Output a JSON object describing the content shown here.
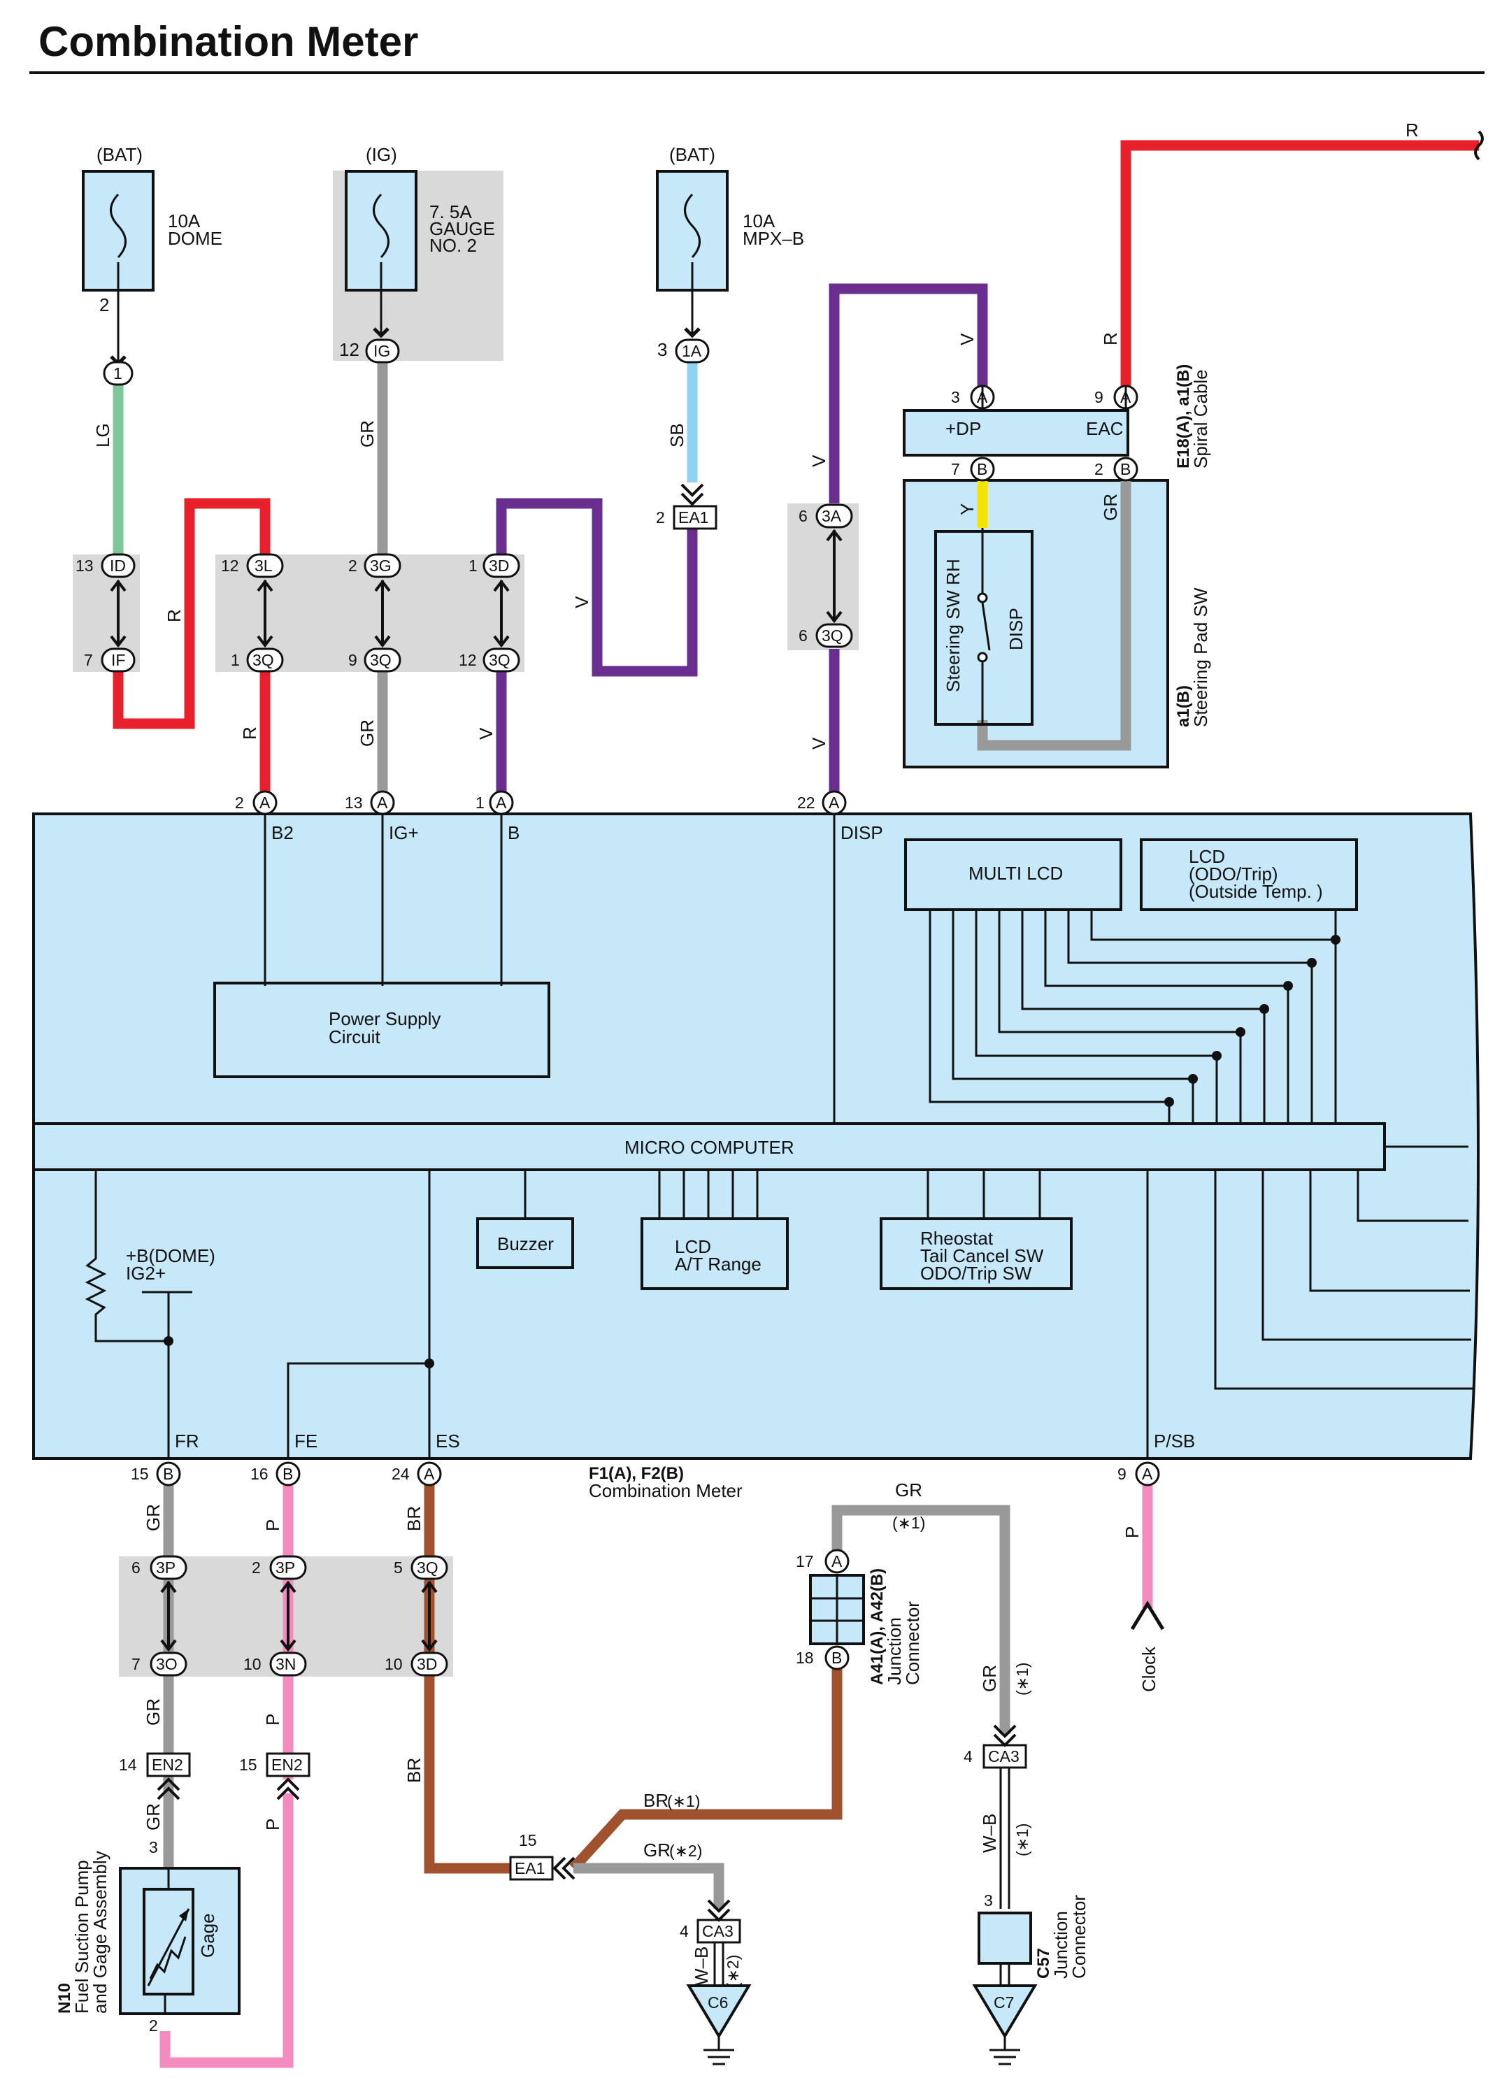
{
  "title": "Combination Meter",
  "colors": {
    "R": "#e8202c",
    "LG": "#7fc69a",
    "GR": "#999999",
    "V": "#6a2f8e",
    "SB": "#8fd3f0",
    "Y": "#f5e400",
    "P": "#f38bbf",
    "BR": "#a0512e",
    "panel": "#c6e8f9",
    "splice": "#d9d9d9"
  },
  "fuses": [
    {
      "supply": "(BAT)",
      "rating": "10A",
      "name": "DOME",
      "name2": "",
      "pin": "2"
    },
    {
      "supply": "(IG)",
      "rating": "7. 5A",
      "name": "GAUGE",
      "name2": "NO. 2",
      "pin": "12",
      "conn": "IG"
    },
    {
      "supply": "(BAT)",
      "rating": "10A",
      "name": "MPX–B",
      "name2": "",
      "pin": "3",
      "conn": "1A"
    }
  ],
  "junctions": {
    "j1": {
      "pin": "1"
    },
    "id": {
      "pin": "13",
      "label": "ID"
    },
    "if": {
      "pin": "7",
      "label": "IF"
    },
    "3l": {
      "pin": "12",
      "label": "3L"
    },
    "3q_a": {
      "pin": "1",
      "label": "3Q"
    },
    "3g": {
      "pin": "2",
      "label": "3G"
    },
    "3q_b": {
      "pin": "9",
      "label": "3Q"
    },
    "3d_top": {
      "pin": "1",
      "label": "3D"
    },
    "3q_c": {
      "pin": "12",
      "label": "3Q"
    },
    "3a": {
      "pin": "6",
      "label": "3A"
    },
    "3q_d": {
      "pin": "6",
      "label": "3Q"
    },
    "3p_a": {
      "pin": "6",
      "label": "3P"
    },
    "3o": {
      "pin": "7",
      "label": "3O"
    },
    "3p_b": {
      "pin": "2",
      "label": "3P"
    },
    "3n": {
      "pin": "10",
      "label": "3N"
    },
    "3q_e": {
      "pin": "5",
      "label": "3Q"
    },
    "3d_bot": {
      "pin": "10",
      "label": "3D"
    }
  },
  "connectors": {
    "ea1_top": {
      "pin": "2",
      "label": "EA1"
    },
    "ea1_bot": {
      "pin": "15",
      "label": "EA1"
    },
    "en2_a": {
      "pin": "14",
      "label": "EN2"
    },
    "en2_b": {
      "pin": "15",
      "label": "EN2"
    },
    "ca3_a": {
      "pin": "4",
      "label": "CA3"
    },
    "ca3_b": {
      "pin": "4",
      "label": "CA3"
    }
  },
  "wire_colors": {
    "lg": "LG",
    "r1": "R",
    "r2": "R",
    "gr1": "GR",
    "gr2": "GR",
    "v1": "V",
    "v2": "V",
    "sb": "SB",
    "v3": "V",
    "v4": "V",
    "v5": "V",
    "r_top": "R",
    "r_top2": "R",
    "gr_pad": "GR",
    "y": "Y",
    "gr_fr": "GR",
    "gr_fr2": "GR",
    "gr_fr3": "GR",
    "p_fe": "P",
    "p_fe2": "P",
    "p_fe3": "P",
    "br_es": "BR",
    "br_es2": "BR",
    "gr_top": "GR",
    "gr_ca3": "GR",
    "wb_1": "W–B",
    "wb_2": "W–B",
    "p_sb": "P",
    "br_star": "BR",
    "gr_star": "GR"
  },
  "notes": {
    "star1": "(∗1)",
    "star2": "(∗2)"
  },
  "spiral": {
    "id": "E18(A), a1(B)",
    "name": "Spiral Cable",
    "pins": {
      "dp_pin": "3",
      "dp_conn": "A",
      "eac_pin": "9",
      "eac_conn": "A",
      "p7": "7",
      "p7c": "B",
      "p2": "2",
      "p2c": "B"
    },
    "dp": "+DP",
    "eac": "EAC"
  },
  "steering": {
    "id": "a1(B)",
    "name": "Steering Pad SW",
    "inner": "Steering SW RH",
    "switch": "DISP"
  },
  "meter_top": [
    {
      "pin": "2",
      "conn": "A",
      "term": "B2"
    },
    {
      "pin": "13",
      "conn": "A",
      "term": "IG+"
    },
    {
      "pin": "1",
      "conn": "A",
      "term": "B"
    },
    {
      "pin": "22",
      "conn": "A",
      "term": "DISP"
    }
  ],
  "meter_bottom": [
    {
      "pin": "15",
      "conn": "B",
      "term": "FR"
    },
    {
      "pin": "16",
      "conn": "B",
      "term": "FE"
    },
    {
      "pin": "24",
      "conn": "A",
      "term": "ES"
    },
    {
      "pin": "9",
      "conn": "A",
      "term": "P/SB"
    }
  ],
  "meter": {
    "id": "F1(A), F2(B)",
    "name": "Combination Meter",
    "power_supply": [
      "Power Supply",
      "Circuit"
    ],
    "multi_lcd": "MULTI LCD",
    "lcd_odo": [
      "LCD",
      "(ODO/Trip)",
      "(Outside Temp. )"
    ],
    "micro": "MICRO COMPUTER",
    "buzzer": "Buzzer",
    "lcd_at": [
      "LCD",
      "A/T Range"
    ],
    "rheostat": [
      "Rheostat",
      "Tail Cancel SW",
      "ODO/Trip SW"
    ],
    "dome": [
      "+B(DOME)",
      "IG2+"
    ]
  },
  "junction_conn": {
    "id": "A41(A), A42(B)",
    "name": [
      "Junction",
      "Connector"
    ],
    "top_pin": "17",
    "top_conn": "A",
    "bot_pin": "18",
    "bot_conn": "B"
  },
  "c57": {
    "id": "C57",
    "name": [
      "Junction",
      "Connector"
    ],
    "pin": "3"
  },
  "grounds": {
    "c6": "C6",
    "c7": "C7"
  },
  "n10": {
    "id": "N10",
    "name": [
      "Fuel Suction Pump",
      "and Gage Assembly"
    ],
    "gage": "Gage",
    "pin_top": "3",
    "pin_bot": "2"
  },
  "clock": "Clock"
}
